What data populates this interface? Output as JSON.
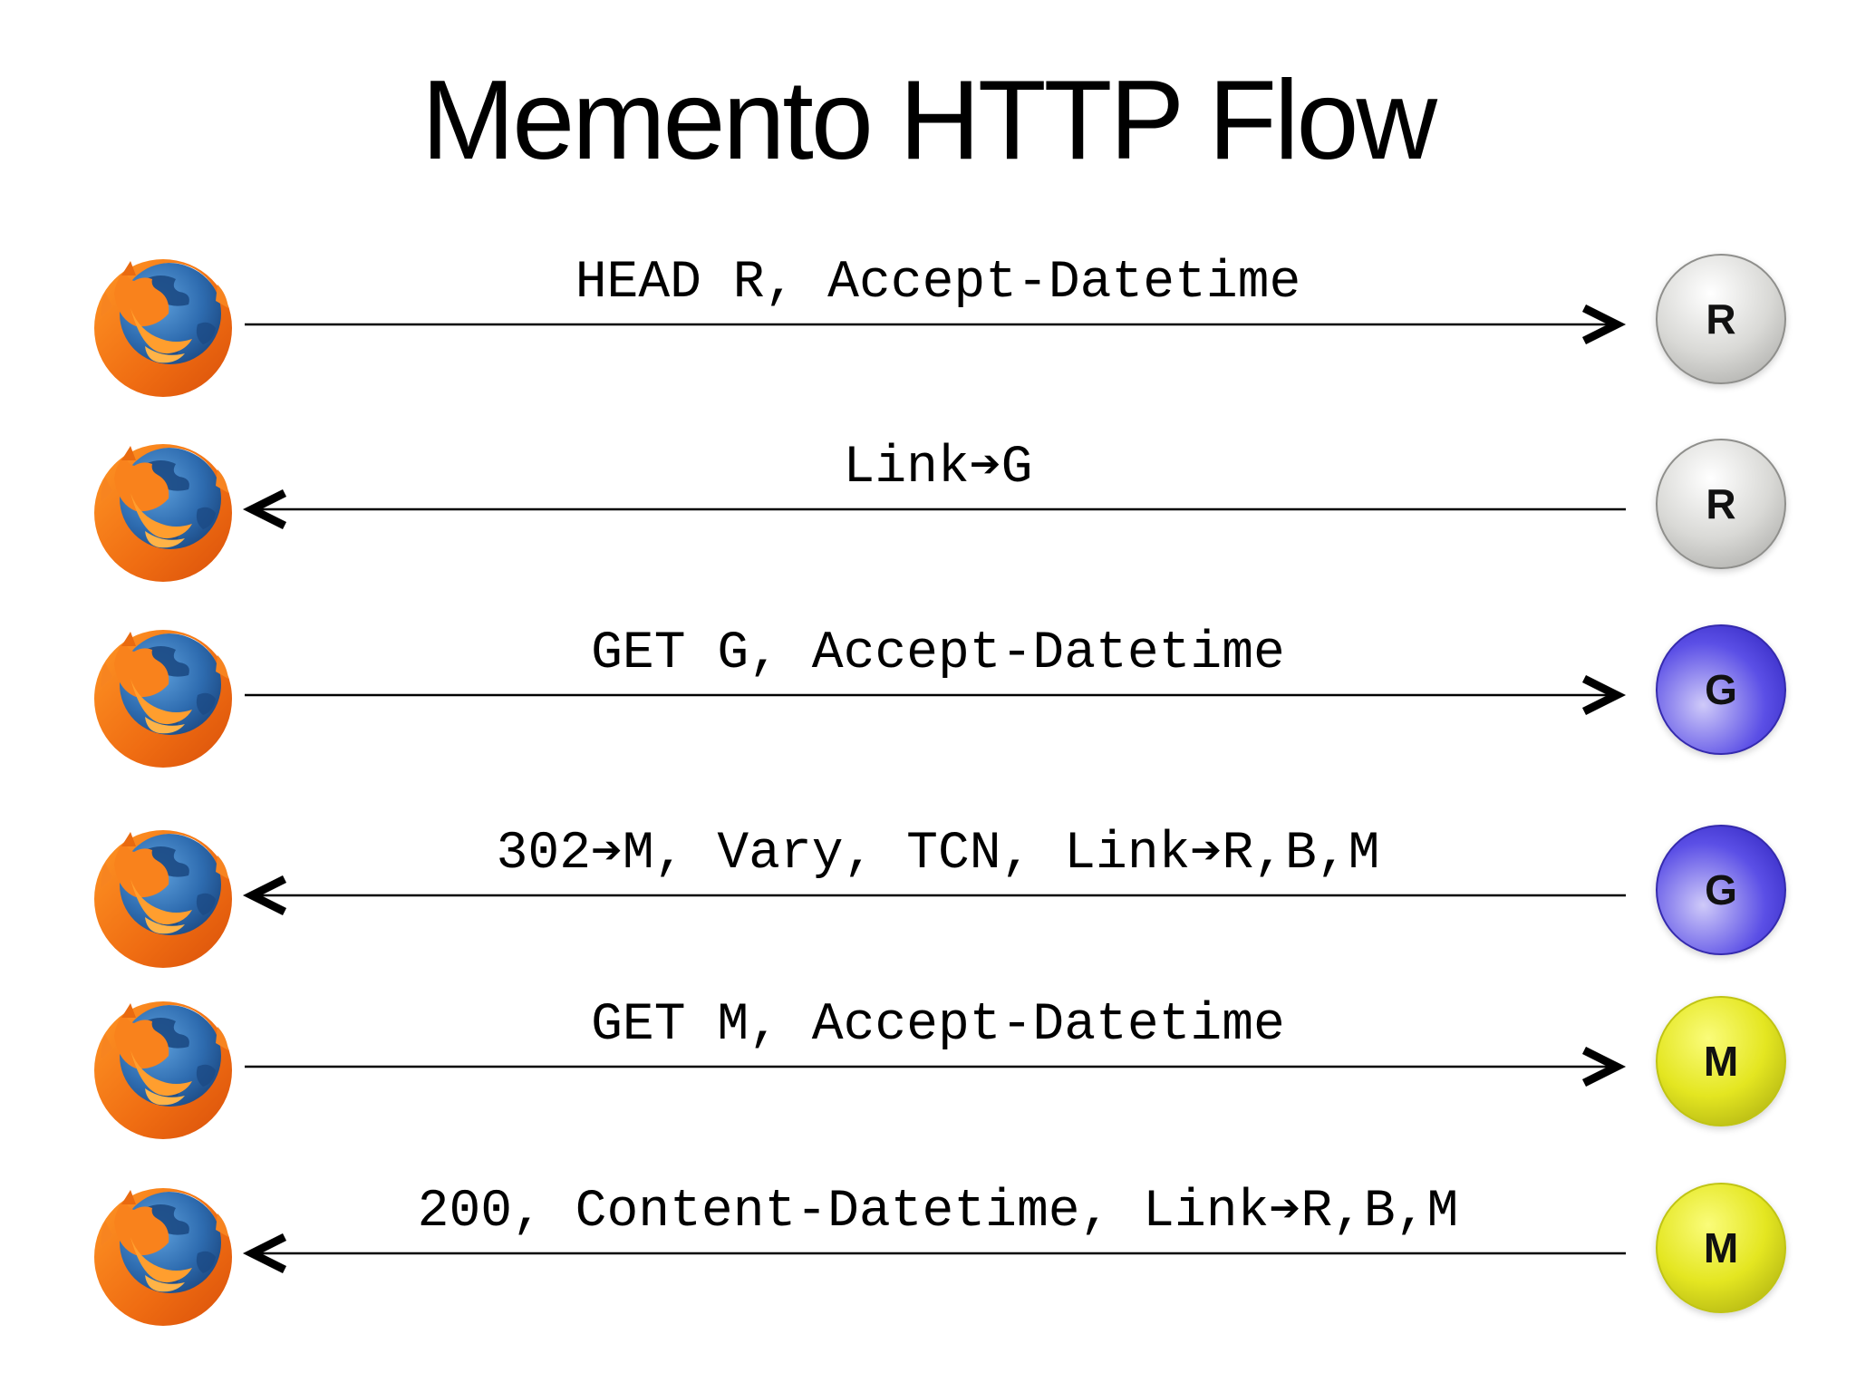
{
  "title": "Memento HTTP Flow",
  "client_icon": "firefox-icon",
  "rows": [
    {
      "direction": "right",
      "message": "HEAD R, Accept-Datetime",
      "node": {
        "label": "R",
        "color_key": "silver"
      }
    },
    {
      "direction": "left",
      "message": "Link➔G",
      "node": {
        "label": "R",
        "color_key": "silver"
      }
    },
    {
      "direction": "right",
      "message": "GET G, Accept-Datetime",
      "node": {
        "label": "G",
        "color_key": "blue"
      }
    },
    {
      "direction": "left",
      "message": "302➔M, Vary, TCN, Link➔R,B,M",
      "node": {
        "label": "G",
        "color_key": "blue"
      }
    },
    {
      "direction": "right",
      "message": "GET M, Accept-Datetime",
      "node": {
        "label": "M",
        "color_key": "yellow"
      }
    },
    {
      "direction": "left",
      "message": "200, Content-Datetime, Link➔R,B,M",
      "node": {
        "label": "M",
        "color_key": "yellow"
      }
    }
  ],
  "colors": {
    "background": "#ffffff",
    "text": "#000000",
    "arrow": "#000000",
    "silver": "#d9d9d6",
    "blue": "#5b4fe6",
    "yellow": "#e4e621"
  }
}
